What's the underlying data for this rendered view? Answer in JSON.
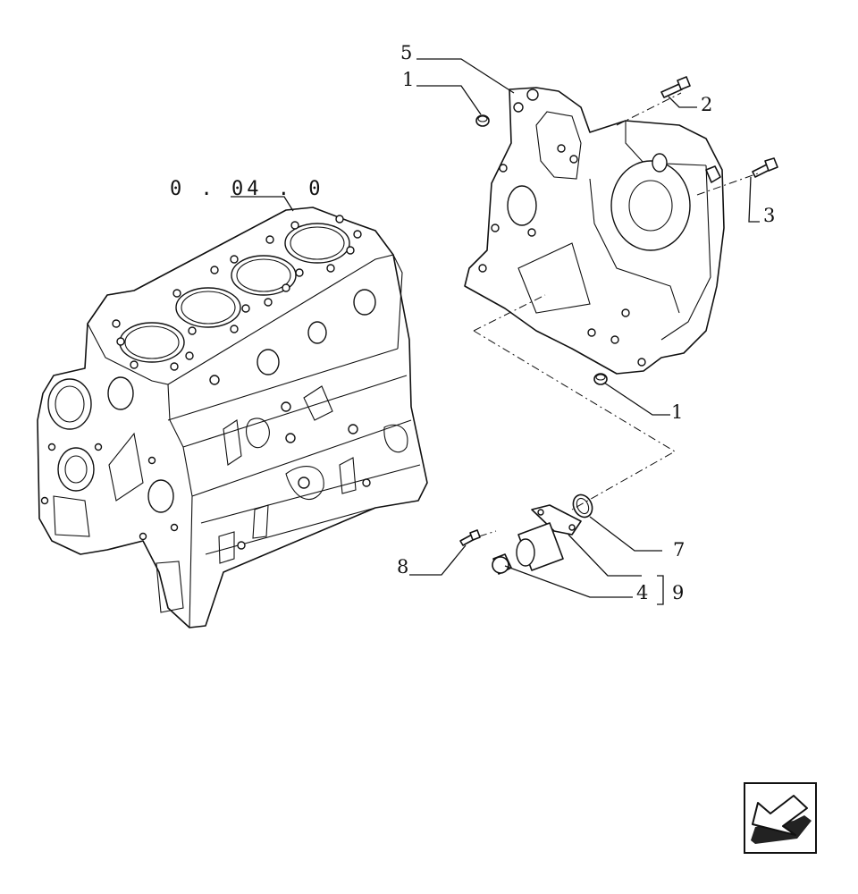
{
  "reference": {
    "text": "0 . 04 . 0"
  },
  "callouts": [
    {
      "id": "c5",
      "text": "5"
    },
    {
      "id": "c1a",
      "text": "1"
    },
    {
      "id": "c2",
      "text": "2"
    },
    {
      "id": "c3",
      "text": "3"
    },
    {
      "id": "c1b",
      "text": "1"
    },
    {
      "id": "c7",
      "text": "7"
    },
    {
      "id": "c8",
      "text": "8"
    },
    {
      "id": "c4",
      "text": "4"
    },
    {
      "id": "c9",
      "text": "9"
    }
  ],
  "nav_icon": {
    "name": "previous-page-arrow-icon"
  }
}
